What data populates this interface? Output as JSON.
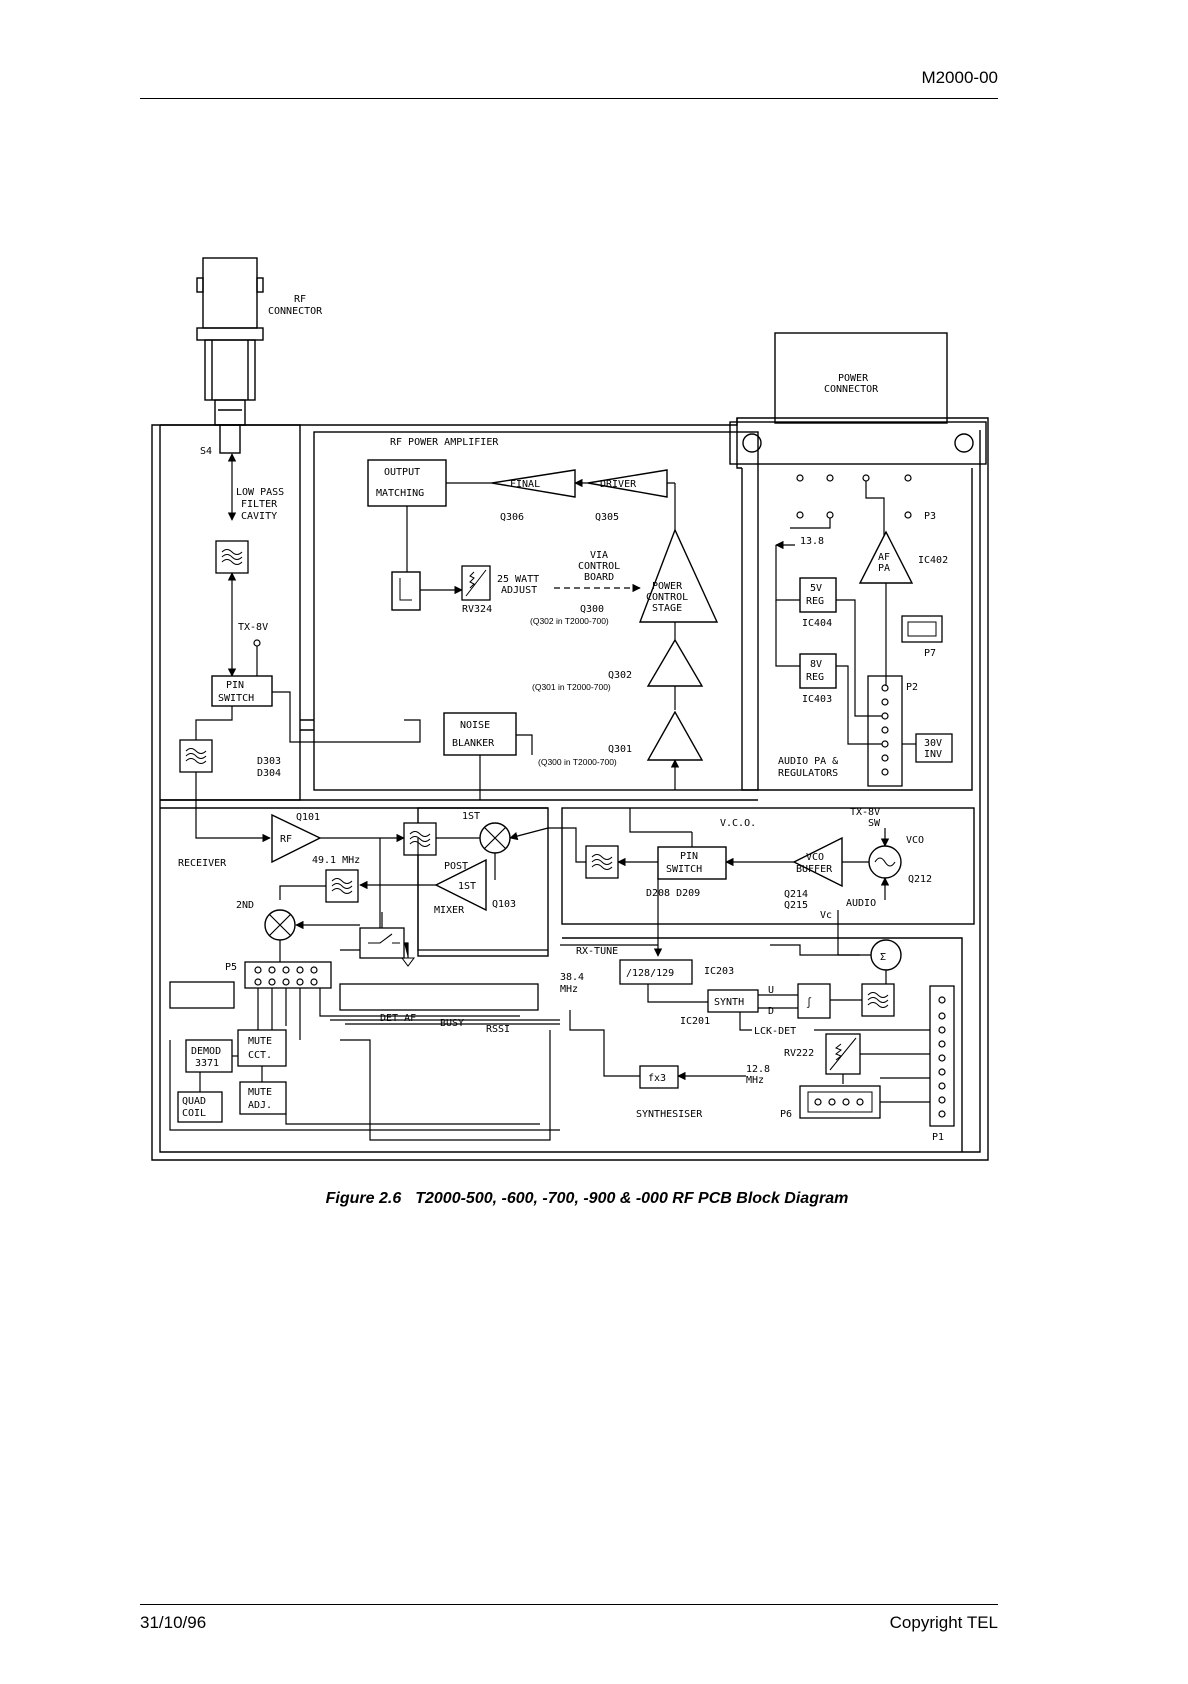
{
  "header": {
    "doc_code": "M2000-00"
  },
  "footer": {
    "date": "31/10/96",
    "copyright": "Copyright TEL"
  },
  "caption": {
    "figure_no": "Figure 2.6",
    "title": "T2000-500, -600, -700, -900 & -000 RF PCB Block Diagram"
  },
  "labels": {
    "rf_connector_1": "RF",
    "rf_connector_2": "CONNECTOR",
    "power_connector_1": "POWER",
    "power_connector_2": "CONNECTOR",
    "s4": "S4",
    "low_pass_1": "LOW PASS",
    "low_pass_2": "FILTER",
    "low_pass_3": "CAVITY",
    "tx8v": "TX-8V",
    "pin_1": "PIN",
    "pin_2": "SWITCH",
    "d303": "D303",
    "d304": "D304",
    "rf_power_amp": "RF POWER AMPLIFIER",
    "output_1": "OUTPUT",
    "output_2": "MATCHING",
    "final": "FINAL",
    "driver": "DRIVER",
    "q306": "Q306",
    "q305": "Q305",
    "via_1": "VIA",
    "via_2": "CONTROL",
    "via_3": "BOARD",
    "watt_1": "25 WATT",
    "watt_2": "ADJUST",
    "rv324": "RV324",
    "pcs_1": "POWER",
    "pcs_2": "CONTROL",
    "pcs_3": "STAGE",
    "q300": "Q300",
    "q302_note": "(Q302 in T2000-700)",
    "q302": "Q302",
    "q301_note": "(Q301 in T2000-700)",
    "q301": "Q301",
    "q300_note": "(Q300 in T2000-700)",
    "noise_1": "NOISE",
    "noise_2": "BLANKER",
    "v138": "13.8",
    "af_1": "AF",
    "af_2": "PA",
    "ic402": "IC402",
    "p3": "P3",
    "reg5_1": "5V",
    "reg5_2": "REG",
    "ic404": "IC404",
    "p7": "P7",
    "reg8_1": "8V",
    "reg8_2": "REG",
    "ic403": "IC403",
    "p2": "P2",
    "inv_1": "30V",
    "inv_2": "INV",
    "audio_pa_1": "AUDIO PA &",
    "audio_pa_2": "REGULATORS",
    "q101": "Q101",
    "rf": "RF",
    "receiver": "RECEIVER",
    "mhz491": "49.1 MHz",
    "first": "1ST",
    "post": "POST",
    "first_2": "1ST",
    "mixer": "MIXER",
    "q103": "Q103",
    "second": "2ND",
    "p5": "P5",
    "vco_title": "V.C.O.",
    "tx8v_sw_1": "TX-8V",
    "tx8v_sw_2": "SW",
    "vco": "VCO",
    "q212": "Q212",
    "pin2_1": "PIN",
    "pin2_2": "SWITCH",
    "vcob_1": "VCO",
    "vcob_2": "BUFFER",
    "d208": "D208 D209",
    "q214": "Q214",
    "q215": "Q215",
    "audio": "AUDIO",
    "vc": "Vc",
    "rxtune": "RX-TUNE",
    "div": "/128/129",
    "ic203": "IC203",
    "mhz384_1": "38.4",
    "mhz384_2": "MHz",
    "synth": "SYNTH",
    "u": "U",
    "d": "D",
    "ic201": "IC201",
    "lckdet": "LCK-DET",
    "rv222": "RV222",
    "fx3": "fx3",
    "mhz128_1": "12.8",
    "mhz128_2": "MHz",
    "synthesiser": "SYNTHESISER",
    "p6": "P6",
    "p1": "P1",
    "det_af": "DET AF",
    "busy": "BUSY",
    "rssi": "RSSI",
    "demod_1": "DEMOD",
    "demod_2": "3371",
    "mute_1": "MUTE",
    "mute_2": "CCT.",
    "quad_1": "QUAD",
    "quad_2": "COIL",
    "madj_1": "MUTE",
    "madj_2": "ADJ."
  }
}
